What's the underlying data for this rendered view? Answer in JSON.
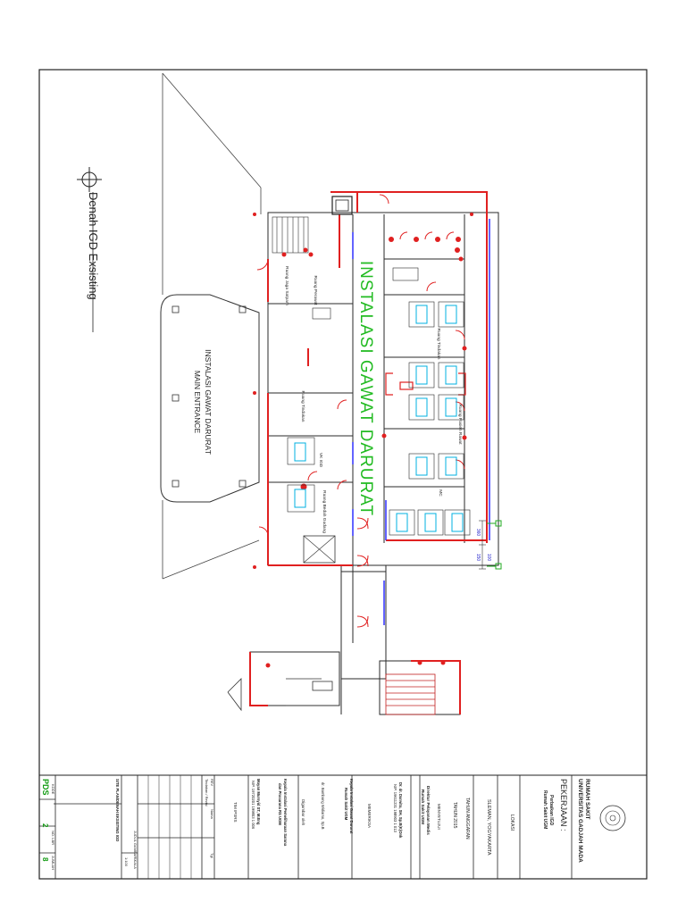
{
  "drawing": {
    "title": "Denah IGD Exsisting",
    "main_entrance": "MAIN ENTRANCE",
    "main_entrance_sub": "INSTALASI GAWAT DARURAT",
    "department_label": "INSTALASI GAWAT DARURAT",
    "rooms": [
      {
        "label": "Ruang Jaga Satpam"
      },
      {
        "label": "Ruang Perawat"
      },
      {
        "label": "Ruang Tindakan"
      },
      {
        "label": "Ruang Tindakan"
      },
      {
        "label": "Ruang Pasien Rawat"
      },
      {
        "label": "VK IGD"
      },
      {
        "label": "MC"
      },
      {
        "label": "Ruang Bedah Gudang"
      }
    ],
    "dimensions": [
      "360",
      "150",
      "100"
    ]
  },
  "title_block": {
    "institution_line1": "RUMAH SAKIT",
    "institution_line2": "UNIVERSITAS GADJAH MADA",
    "project_heading": "PEKERJAAN :",
    "project_line1": "Perbaikan IGD",
    "project_line2": "Rumah Sakit UGM",
    "location_heading": "LOKASI",
    "location_value": "SLEMAN, YOGYAKARTA",
    "year_heading": "TAHUN ANGGARAN",
    "year_value": "TAHUN 2015",
    "approved_heading": "MENYETUJUI",
    "approved_line1": "Direktur Pelayanan Medis",
    "approved_line2": "Rumah Sakit UGM",
    "approved_name": "Dr. dr. Darwito, SH, Sp.B(K)Onk",
    "approved_nip": "NIP. 19611231 198903 1 013",
    "checked_heading": "MEMERIKSA",
    "checked_line1": "Kepala Instalasi Gawat Darurat",
    "checked_line2": "Rumah Sakit UGM",
    "checked_name": "dr. Bambang Widiarso, Sp.B",
    "drawn_heading": "Digambar oleh",
    "drawn_line1": "Kepala Instalasi Pemeliharaan Sarana",
    "drawn_line2": "dan Prasarana RS UGM",
    "drawn_name": "Moyan Mursyid ST, M.Eng",
    "drawn_nip": "NIP. 19720201 199803 1 006",
    "revision_heading": "REV",
    "revision_col2": "Tgl",
    "revision_col3": "Nama",
    "revision_row1": "Tindakan / Revisi",
    "team_label": "TIM IPSRS",
    "drawing_name_heading": "JUDUL GAMBAR",
    "drawing_name_value": "SITE PLAN/DENAH EKSISTING IGD",
    "scale_heading": "SKALA",
    "scale_value": "1:100",
    "code_heading": "KODE",
    "code_value": "PDS",
    "sheet_no_heading": "NO. LBR",
    "sheet_no_value": "2",
    "sheet_total_heading": "JUMLAH",
    "sheet_total_value": "8"
  },
  "colors": {
    "wall": "#e02020",
    "line": "#2a2a2a",
    "label_green": "#22bb22",
    "bed_cyan": "#00b0e0",
    "partition_blue": "#3030ff",
    "marker_green": "#22aa22",
    "code_green": "#109a10"
  }
}
